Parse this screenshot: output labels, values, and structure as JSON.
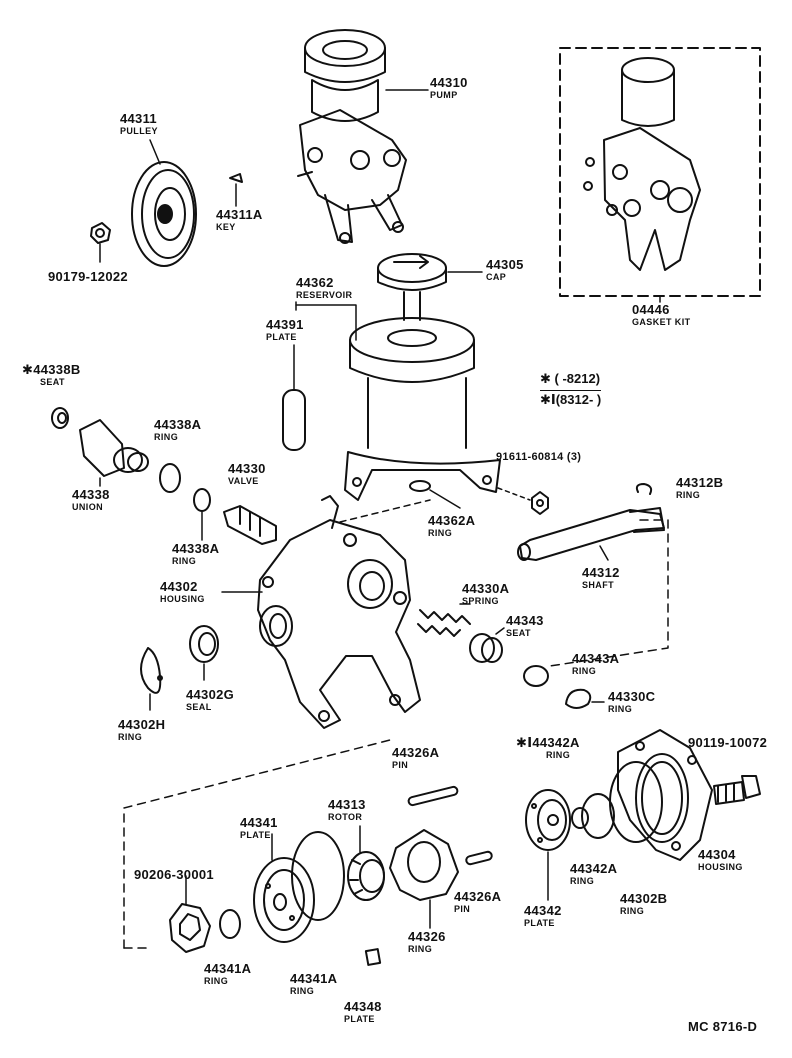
{
  "parts": [
    {
      "id": "p44310",
      "number": "44310",
      "name": "PUMP"
    },
    {
      "id": "p44311",
      "number": "44311",
      "name": "PULLEY"
    },
    {
      "id": "p44311a",
      "number": "44311A",
      "name": "KEY"
    },
    {
      "id": "p90179",
      "number": "90179-12022",
      "name": ""
    },
    {
      "id": "p44305",
      "number": "44305",
      "name": "CAP"
    },
    {
      "id": "p44362",
      "number": "44362",
      "name": "RESERVOIR"
    },
    {
      "id": "p44391",
      "number": "44391",
      "name": "PLATE"
    },
    {
      "id": "p04446",
      "number": "04446",
      "name": "GASKET KIT"
    },
    {
      "id": "p44338b",
      "number": "44338B",
      "name": "SEAT",
      "star": "✱"
    },
    {
      "id": "p44338a",
      "number": "44338A",
      "name": "RING"
    },
    {
      "id": "p44338",
      "number": "44338",
      "name": "UNION"
    },
    {
      "id": "p44330",
      "number": "44330",
      "name": "VALVE"
    },
    {
      "id": "p44338a2",
      "number": "44338A",
      "name": "RING"
    },
    {
      "id": "p91611",
      "number": "91611-60814 (3)",
      "name": ""
    },
    {
      "id": "p44362a",
      "number": "44362A",
      "name": "RING"
    },
    {
      "id": "p44312b",
      "number": "44312B",
      "name": "RING"
    },
    {
      "id": "p44312",
      "number": "44312",
      "name": "SHAFT"
    },
    {
      "id": "p44302",
      "number": "44302",
      "name": "HOUSING"
    },
    {
      "id": "p44330a",
      "number": "44330A",
      "name": "SPRING"
    },
    {
      "id": "p44343",
      "number": "44343",
      "name": "SEAT"
    },
    {
      "id": "p44343a",
      "number": "44343A",
      "name": "RING"
    },
    {
      "id": "p44330c",
      "number": "44330C",
      "name": "RING"
    },
    {
      "id": "p44302g",
      "number": "44302G",
      "name": "SEAL"
    },
    {
      "id": "p44302h",
      "number": "44302H",
      "name": "RING"
    },
    {
      "id": "p44342a",
      "number": "44342A",
      "name": "RING",
      "star": "✱Ⅰ"
    },
    {
      "id": "p90119",
      "number": "90119-10072",
      "name": ""
    },
    {
      "id": "p44326a",
      "number": "44326A",
      "name": "PIN"
    },
    {
      "id": "p44313",
      "number": "44313",
      "name": "ROTOR"
    },
    {
      "id": "p44341",
      "number": "44341",
      "name": "PLATE"
    },
    {
      "id": "p90206",
      "number": "90206-30001",
      "name": ""
    },
    {
      "id": "p44326a2",
      "number": "44326A",
      "name": "PIN"
    },
    {
      "id": "p44326",
      "number": "44326",
      "name": "RING"
    },
    {
      "id": "p44342",
      "number": "44342",
      "name": "PLATE"
    },
    {
      "id": "p44342a2",
      "number": "44342A",
      "name": "RING"
    },
    {
      "id": "p44302b",
      "number": "44302B",
      "name": "RING"
    },
    {
      "id": "p44304",
      "number": "44304",
      "name": "HOUSING"
    },
    {
      "id": "p44341a",
      "number": "44341A",
      "name": "RING"
    },
    {
      "id": "p44341a2",
      "number": "44341A",
      "name": "RING"
    },
    {
      "id": "p44348",
      "number": "44348",
      "name": "PLATE"
    }
  ],
  "notes": {
    "line1": "✱ (        -8212)",
    "line2": "✱Ⅰ(8312-          )"
  },
  "footer": "MC  8716-D"
}
